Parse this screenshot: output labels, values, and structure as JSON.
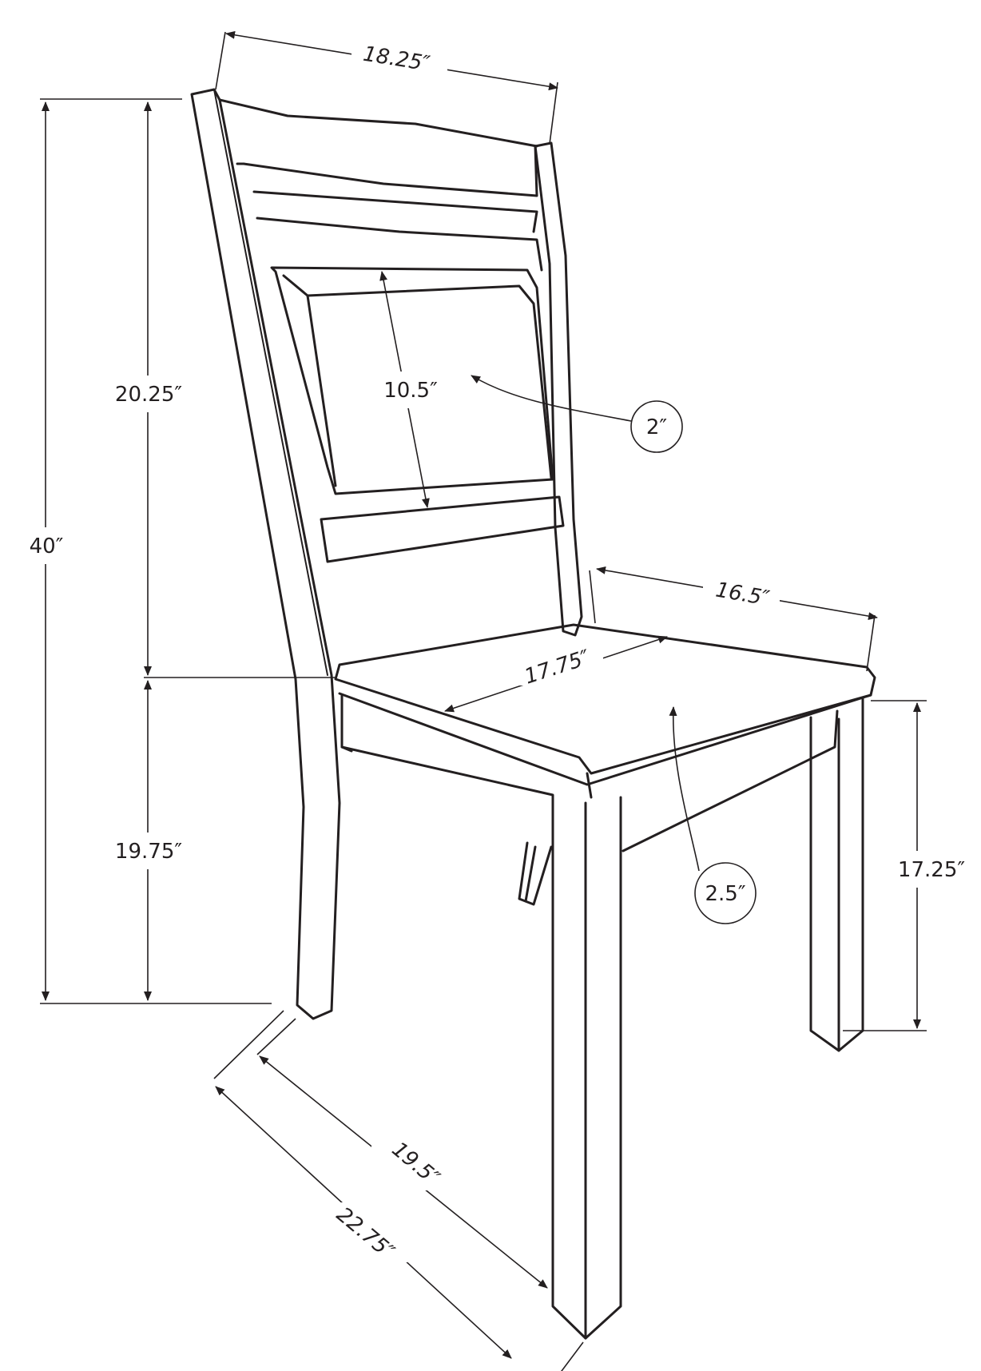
{
  "colors": {
    "line": "#231f20",
    "background": "#ffffff"
  },
  "dimensions": {
    "top_width": "18.25″",
    "overall_height": "40″",
    "back_height": "20.25″",
    "seat_height": "19.75″",
    "back_panel_height": "10.5″",
    "back_panel_thickness": "2″",
    "seat_depth_inner": "16.5″",
    "seat_width": "17.75″",
    "seat_thickness": "2.5″",
    "leg_height": "17.25″",
    "seat_depth": "19.5″",
    "overall_depth": "22.75″"
  }
}
